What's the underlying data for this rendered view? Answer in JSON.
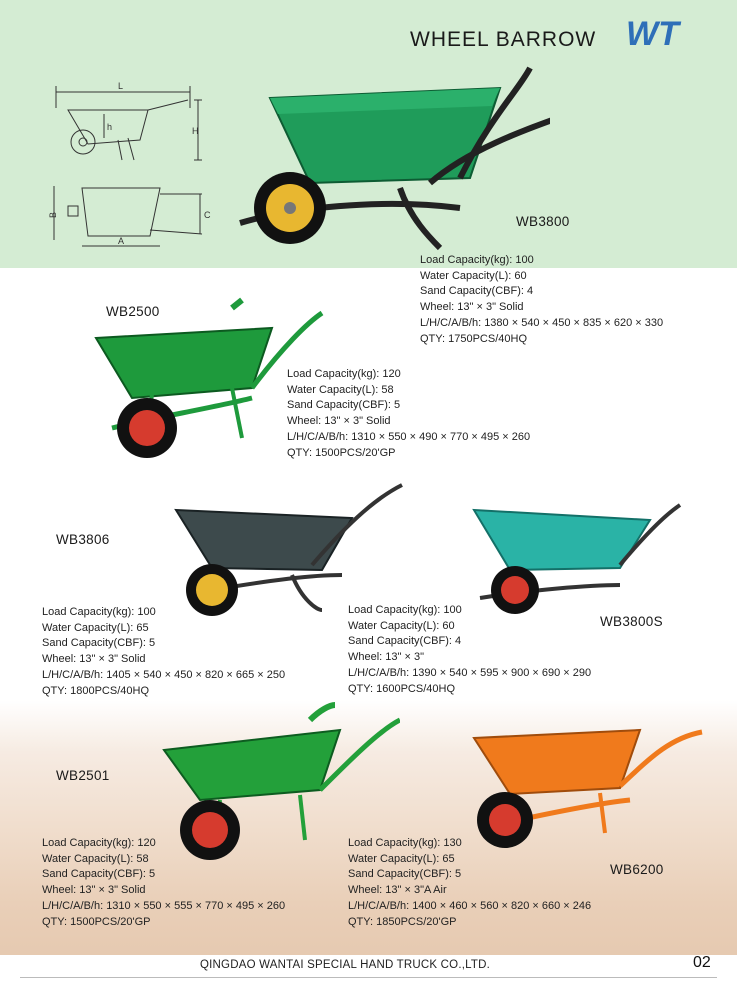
{
  "header": {
    "title": "WHEEL BARROW",
    "logo_text": "WT"
  },
  "diagram": {
    "label_L": "L",
    "label_h": "h",
    "label_H": "H",
    "label_B": "B",
    "label_C": "C",
    "label_A": "A"
  },
  "products": [
    {
      "model": "WB3800",
      "color": "#1f9c5a",
      "specs": [
        "Load Capacity(kg): 100",
        "Water Capacity(L): 60",
        "Sand Capacity(CBF): 4",
        "Wheel: 13\" × 3\" Solid",
        "L/H/C/A/B/h: 1380 × 540 × 450 × 835 × 620 × 330",
        "QTY: 1750PCS/40HQ"
      ]
    },
    {
      "model": "WB2500",
      "color": "#1e9a3c",
      "specs": [
        "Load Capacity(kg): 120",
        "Water Capacity(L): 58",
        "Sand Capacity(CBF): 5",
        "Wheel: 13\" × 3\" Solid",
        "L/H/C/A/B/h: 1310 × 550 × 490 × 770 × 495 × 260",
        "QTY: 1500PCS/20'GP"
      ]
    },
    {
      "model": "WB3806",
      "color": "#3d4a4c",
      "specs": [
        "Load Capacity(kg): 100",
        "Water Capacity(L): 65",
        "Sand Capacity(CBF): 5",
        "Wheel: 13\" × 3\" Solid",
        "L/H/C/A/B/h: 1405 × 540 × 450 × 820 × 665 × 250",
        "QTY: 1800PCS/40HQ"
      ]
    },
    {
      "model": "WB3800S",
      "color": "#2ab3a6",
      "specs": [
        "Load Capacity(kg): 100",
        "Water Capacity(L): 60",
        "Sand Capacity(CBF): 4",
        "Wheel: 13\" × 3\"",
        "L/H/C/A/B/h: 1390 × 540 × 595 × 900 × 690 × 290",
        "QTY: 1600PCS/40HQ"
      ]
    },
    {
      "model": "WB2501",
      "color": "#23a03a",
      "specs": [
        "Load Capacity(kg): 120",
        "Water Capacity(L): 58",
        "Sand Capacity(CBF): 5",
        "Wheel: 13\" × 3\" Solid",
        "L/H/C/A/B/h: 1310 × 550 × 555 × 770 × 495 × 260",
        "QTY: 1500PCS/20'GP"
      ]
    },
    {
      "model": "WB6200",
      "color": "#f07a1c",
      "specs": [
        "Load Capacity(kg): 130",
        "Water Capacity(L): 65",
        "Sand Capacity(CBF): 5",
        "Wheel: 13\" × 3\"A   Air",
        "L/H/C/A/B/h: 1400 × 460 × 560 × 820 × 660 × 246",
        "QTY: 1850PCS/20'GP"
      ]
    }
  ],
  "footer": {
    "company": "QINGDAO WANTAI SPECIAL HAND TRUCK CO.,LTD.",
    "page_number": "02"
  }
}
